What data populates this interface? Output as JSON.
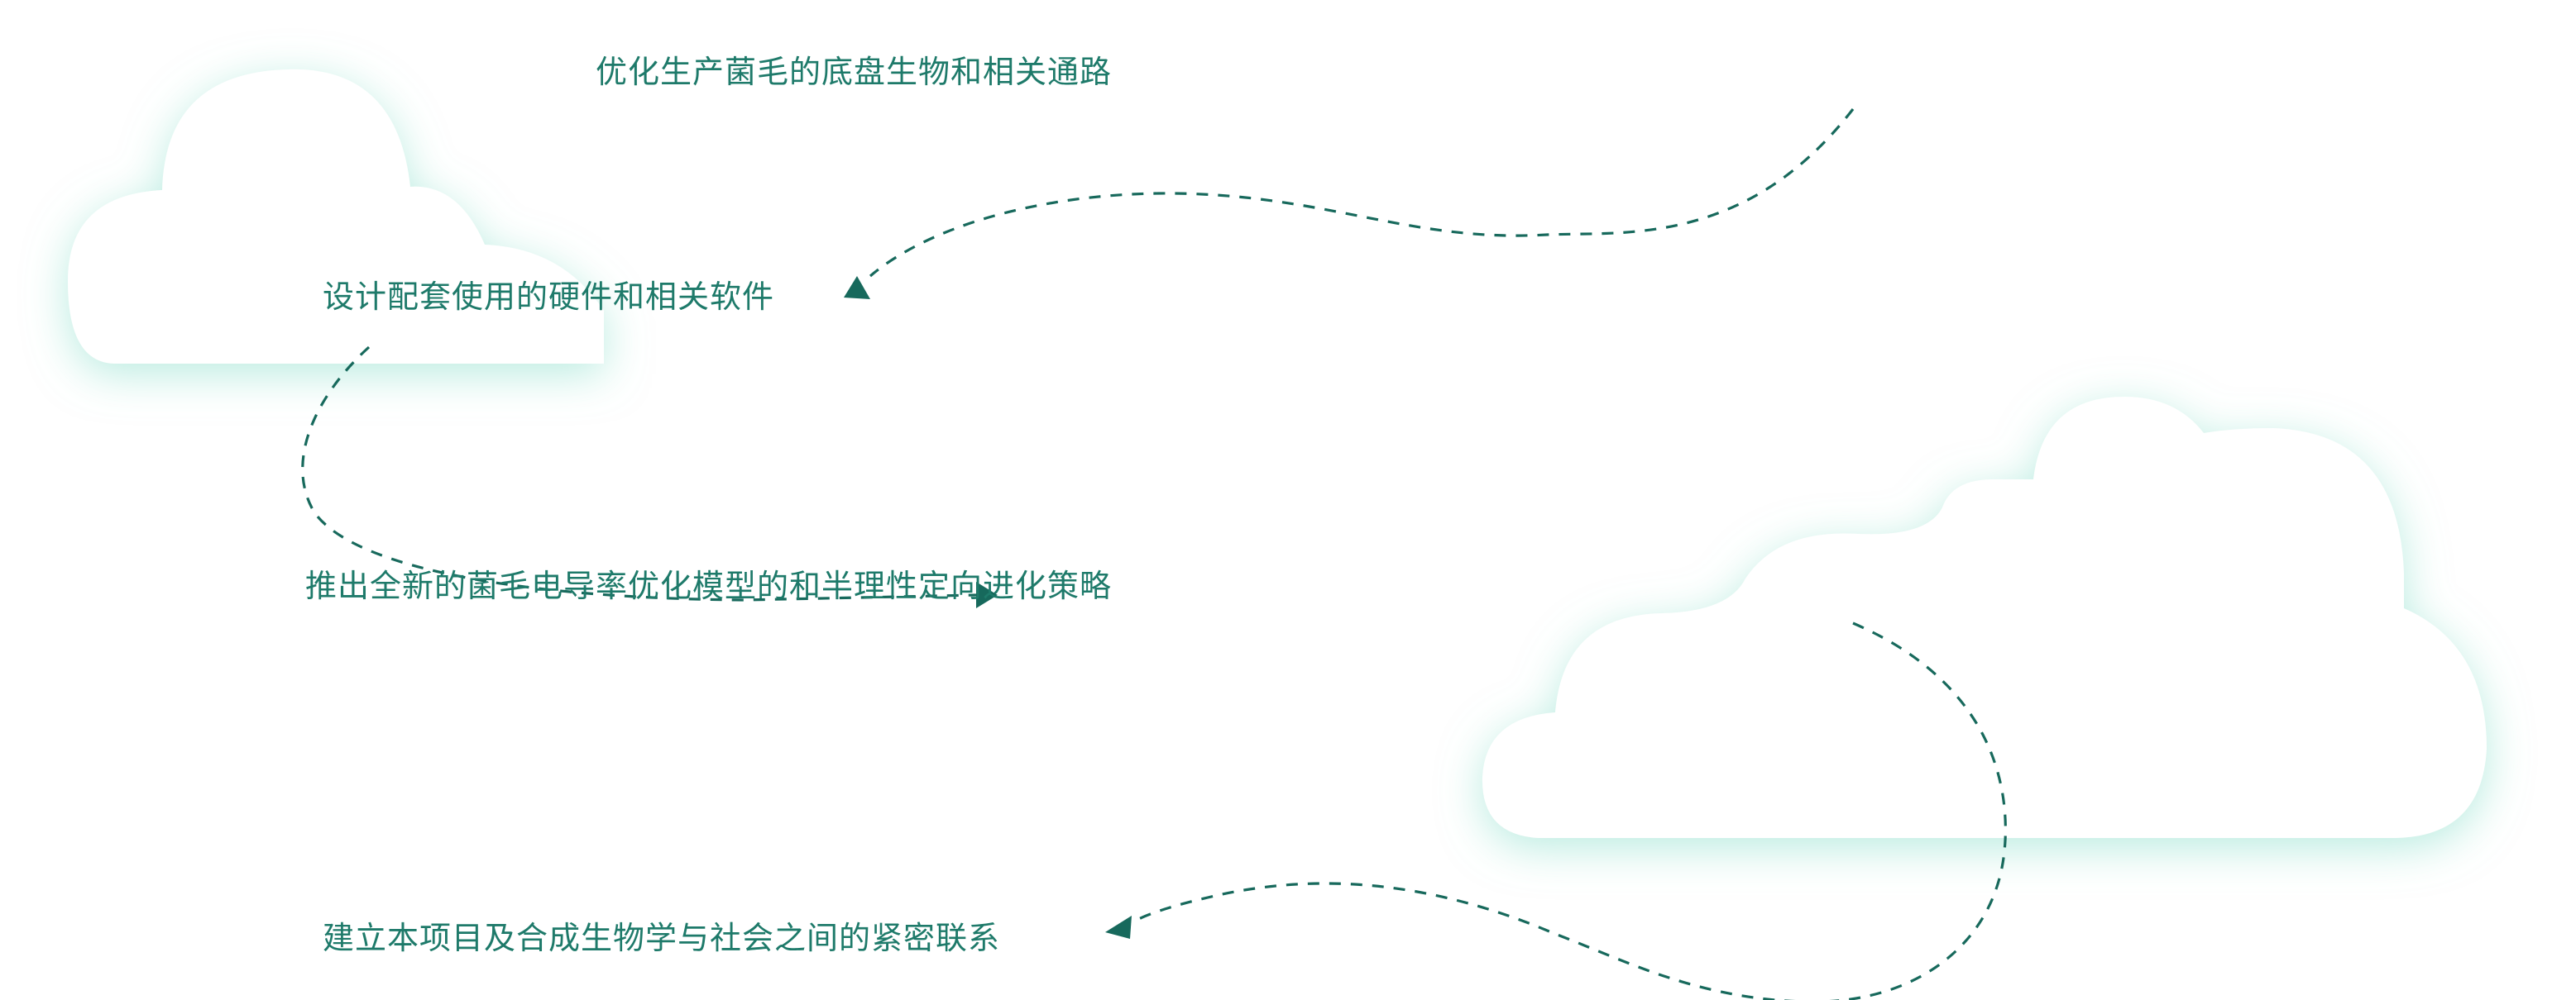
{
  "colors": {
    "text": "#1e7a6a",
    "arrow": "#17695c",
    "cloud_fill": "#ffffff",
    "cloud_glow": "#bfeee3"
  },
  "steps": [
    {
      "text": "优化生产菌毛的底盘生物和相关通路"
    },
    {
      "text": "设计配套使用的硬件和相关软件"
    },
    {
      "text": "推出全新的菌毛电导率优化模型的和半理性定向进化策略"
    },
    {
      "text": "建立本项目及合成生物学与社会之间的紧密联系"
    }
  ],
  "decorations": {
    "clouds": 2,
    "arrow_style": "dashed"
  }
}
